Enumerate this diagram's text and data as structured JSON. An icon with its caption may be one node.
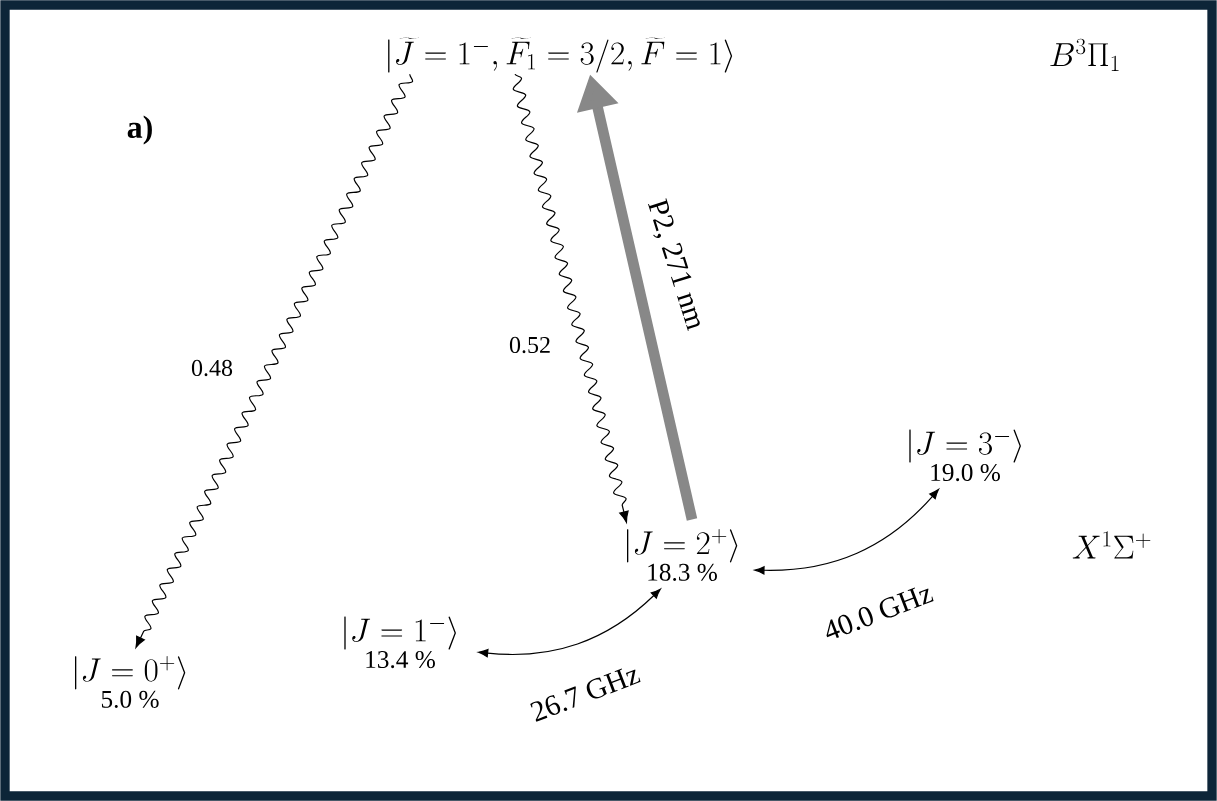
{
  "diagram": {
    "nodes": [
      {
        "text": [
          "|\\widetilde{J}=1^-, \\widetilde{F_1}=3/2, \\widetilde{F}=1\\rangle"
        ]
      },
      {
        "text": [
          "|J=0^+\\rangle",
          "5.0 %"
        ]
      },
      {
        "text": [
          "|J=1^-\\rangle",
          "13.4 %"
        ]
      },
      {
        "text": [
          "|J=2^+\\rangle",
          "18.3 %"
        ]
      },
      {
        "text": [
          "|J=3^-\\rangle",
          "19.0 %"
        ]
      }
    ],
    "edges": [
      {
        "from": 0,
        "to": 1,
        "arrow": "to",
        "label": "0.48"
      },
      {
        "from": 0,
        "to": 3,
        "arrow": "to",
        "label": "0.52"
      },
      {
        "from": 3,
        "to": 0,
        "arrow": "to",
        "label": "P2, 271 nm",
        "style": "thick",
        "color": "#888888"
      },
      {
        "from": 2,
        "to": 3,
        "arrow": "both",
        "label": "26.7 GHz"
      },
      {
        "from": 3,
        "to": 4,
        "arrow": "both",
        "label": "40.0 GHz"
      }
    ],
    "labels": [
      "a)",
      "B^3\\Pi_1",
      "X^1\\Sigma^+"
    ]
  }
}
